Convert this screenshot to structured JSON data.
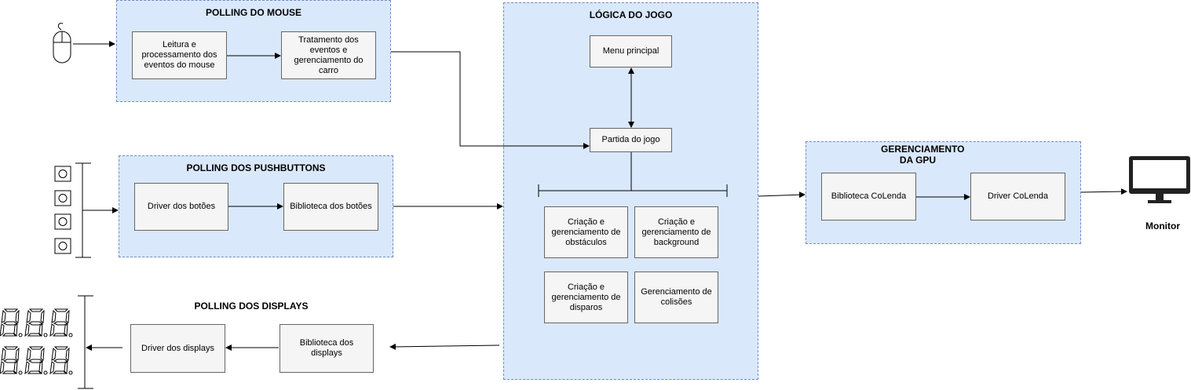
{
  "groups": {
    "mouse": "POLLING DO MOUSE",
    "pushbuttons": "POLLING DOS PUSHBUTTONS",
    "displays": "POLLING DOS DISPLAYS",
    "logic": "LÓGICA DO JOGO",
    "gpu": "GERENCIAMENTO DA GPU"
  },
  "boxes": {
    "mouse_read": "Leitura e processamento dos eventos do mouse",
    "mouse_treat": "Tratamento dos eventos e gerenciamento do carro",
    "btn_driver": "Driver dos botões",
    "btn_lib": "Biblioteca dos botões",
    "disp_driver": "Driver dos displays",
    "disp_lib": "Biblioteca dos displays",
    "menu": "Menu principal",
    "match": "Partida do jogo",
    "obstacles": "Criação e gerenciamento de obstáculos",
    "background": "Criação e gerenciamento de background",
    "shots": "Criação e gerenciamento de disparos",
    "collisions": "Gerenciamento de colisões",
    "colenda_lib": "Biblioteca CoLenda",
    "colenda_driver": "Driver CoLenda"
  },
  "labels": {
    "monitor": "Monitor"
  },
  "icons": {
    "mouse": "mouse-icon",
    "pushbuttons": "pushbutton-icon",
    "seven_segment": "seven-segment-display-icon",
    "monitor": "monitor-icon"
  },
  "colors": {
    "group_fill": "#dae8fc",
    "group_border": "#6c8ebf",
    "box_fill": "#f5f5f5",
    "box_border": "#666666"
  }
}
